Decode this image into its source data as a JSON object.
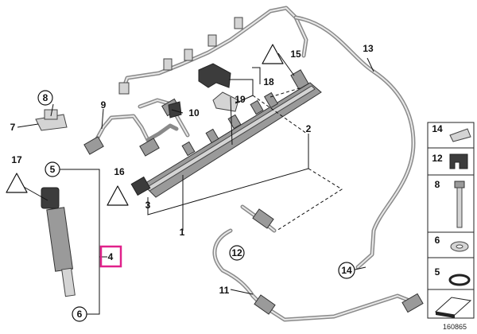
{
  "callouts": {
    "c1": "1",
    "c2": "2",
    "c3": "3",
    "c4": "4",
    "c5": "5",
    "c6": "6",
    "c7": "7",
    "c8": "8",
    "c9": "9",
    "c10": "10",
    "c11": "11",
    "c12": "12",
    "c13": "13",
    "c14": "14",
    "c15": "15",
    "c16": "16",
    "c17": "17",
    "c18": "18",
    "c19": "19"
  },
  "legend": [
    {
      "label": "14",
      "icon": "hose-clamp-icon"
    },
    {
      "label": "12",
      "icon": "rubber-mount-icon"
    },
    {
      "label": "8",
      "icon": "bolt-icon"
    },
    {
      "label": "6",
      "icon": "washer-icon"
    },
    {
      "label": "5",
      "icon": "o-ring-icon"
    }
  ],
  "highlight_color": "#e0218a",
  "diagram_number": "160865"
}
